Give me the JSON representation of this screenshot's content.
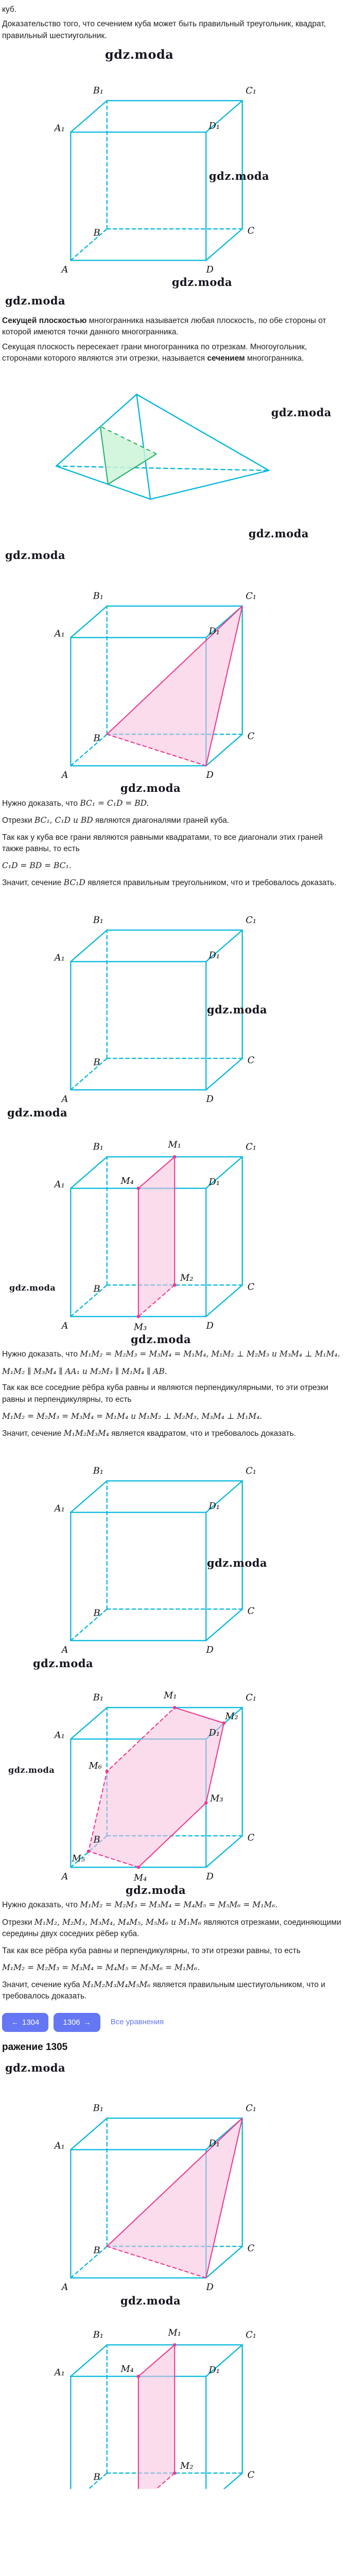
{
  "watermark": "gdz.moda",
  "icons": {
    "arrow_left": "←",
    "arrow_right": "→"
  },
  "intro": {
    "kub": "куб.",
    "p1": "Доказательство того, что сечением куба может быть правильный треугольник, квадрат, правильный шестиугольник."
  },
  "definitions": {
    "d1_bold": "Секущей плоскостью",
    "d1_rest": " многогранника называется любая плоскость, по обе стороны от которой имеются точки данного многогранника.",
    "d2": "Секущая плоскость пересекает грани многогранника по отрезкам. Многоугольник, сторонами которого являются эти отрезки, называется ",
    "d2_bold": "сечением",
    "d2_end": " многогранника."
  },
  "cube_labels": {
    "A": "A",
    "B": "B",
    "C": "C",
    "D": "D",
    "A1": "A₁",
    "B1": "B₁",
    "C1": "C₁",
    "D1": "D₁",
    "M1": "M₁",
    "M2": "M₂",
    "M3": "M₃",
    "M4": "M₄",
    "M5": "M₅",
    "M6": "M₆"
  },
  "proof_triangle": {
    "p1a": "Нужно доказать, что ",
    "p1b": "BC₁ = C₁D = BD.",
    "p2a": "Отрезки ",
    "p2b": "BC₁, C₁D и BD",
    "p2c": " являются диагоналями граней куба.",
    "p3": "Так как у куба все грани являются равными квадратами, то все диагонали этих граней также равны, то есть",
    "p4": "C₁D = BD = BC₁.",
    "p5a": "Значит, сечение ",
    "p5b": "BC₁D",
    "p5c": " является правильным треугольником, что и требовалось доказать."
  },
  "proof_square": {
    "p1a": "Нужно доказать, что ",
    "p1b": "M₁M₂ = M₂M₃ = M₃M₄ = M₁M₄, M₁M₂ ⊥ M₂M₃ и M₃M₄ ⊥ M₁M₄.",
    "p2": "M₁M₂ ∥ M₃M₄ ∥ AA₁ и M₂M₃ ∥ M₁M₄ ∥ AB.",
    "p3": "Так как все соседние рёбра куба равны и являются перпендикулярными, то эти отрезки равны и перпендикулярны, то есть",
    "p4": "M₁M₂ = M₂M₃ = M₃M₄ = M₁M₄ и M₁M₂ ⊥ M₂M₃, M₃M₄ ⊥ M₁M₄.",
    "p5a": "Значит, сечение ",
    "p5b": "M₁M₂M₃M₄",
    "p5c": " является квадратом, что и требовалось доказать."
  },
  "proof_hexagon": {
    "p1a": "Нужно доказать, что ",
    "p1b": "M₁M₂ = M₂M₃ = M₃M₄ = M₄M₅ = M₅M₆ = M₁M₆.",
    "p2a": "Отрезки ",
    "p2b": "M₁M₂, M₂M₃, M₃M₄, M₄M₅, M₅M₆ и M₁M₆",
    "p2c": " являются отрезками, соединяющими середины двух соседних рёбер куба.",
    "p3": "Так как все рёбра куба равны и перпендикулярны, то эти отрезки равны, то есть",
    "p4": "M₁M₂ = M₂M₃ = M₃M₄ = M₄M₅ = M₅M₆ = M₁M₆.",
    "p5a": "Значит, сечение куба ",
    "p5b": "M₁M₂M₃M₄M₅M₆",
    "p5c": " является правильным шестиугольником, что и требовалось доказать."
  },
  "nav": {
    "prev": "1304",
    "next": "1306",
    "all": "Все уравнения"
  },
  "exercise": {
    "title": "ражение 1305"
  }
}
